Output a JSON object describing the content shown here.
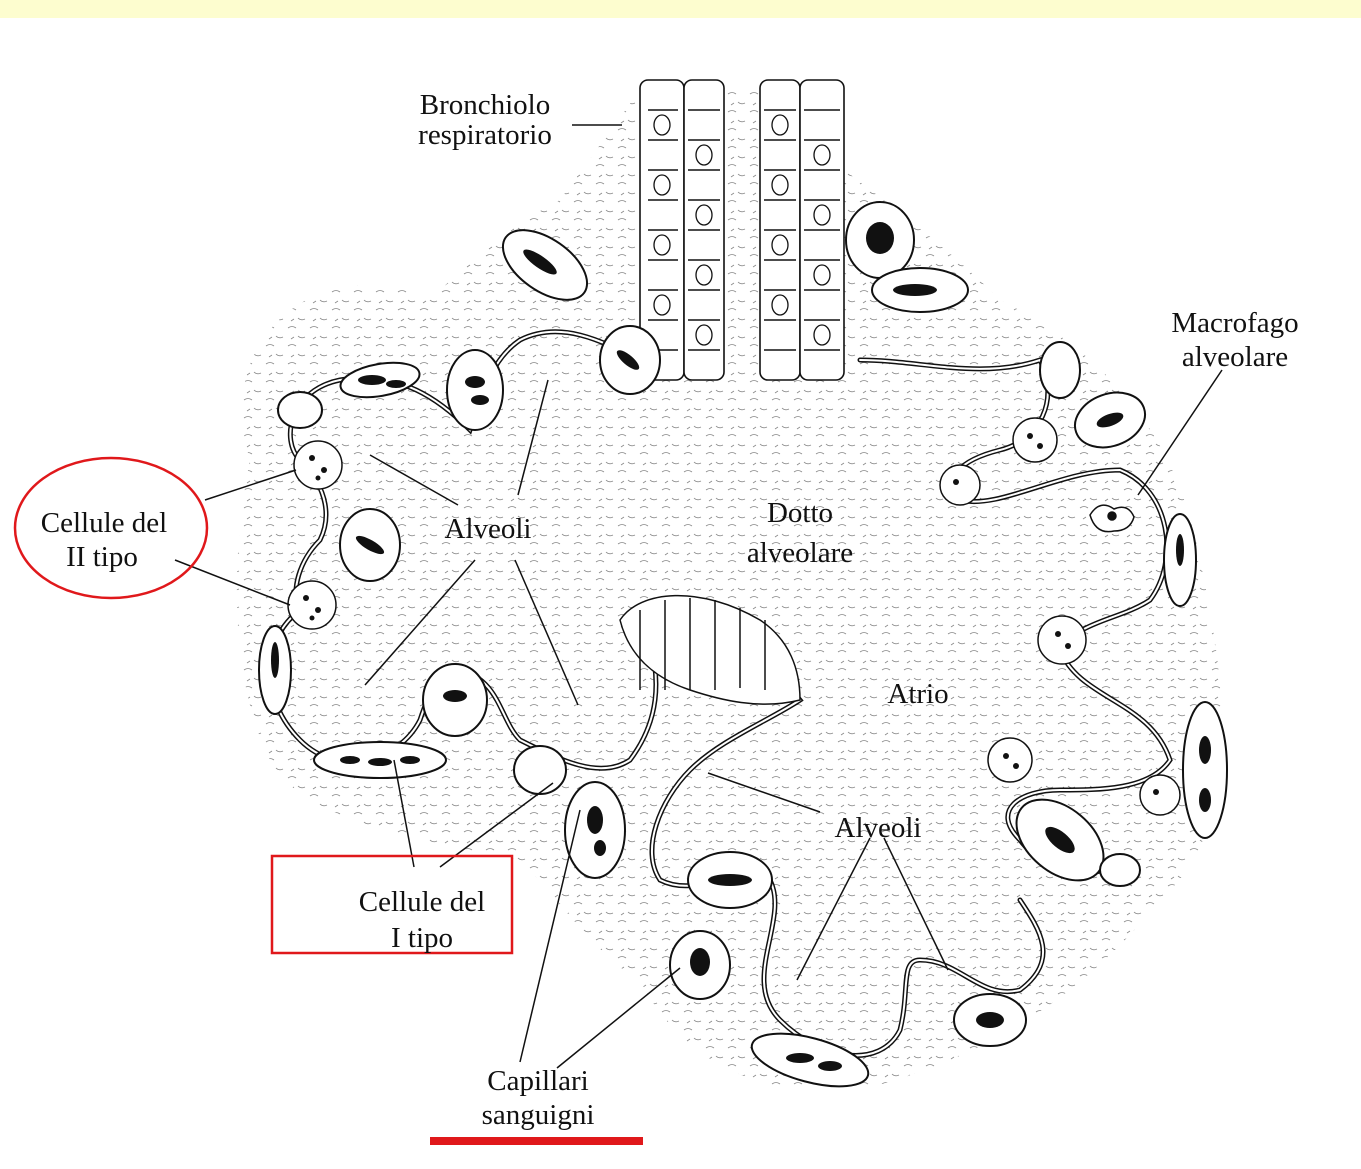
{
  "colors": {
    "top_band": "#fdfdcf",
    "ink": "#111111",
    "highlight": "#e0181b",
    "cell_fill": "#ffffff",
    "nucleus": "#111111"
  },
  "labels": {
    "bronchiolo": [
      "Bronchiolo",
      "respiratorio"
    ],
    "macrofago": [
      "Macrofago",
      "alveolare"
    ],
    "cellule_ii": [
      "Cellule del",
      "II tipo"
    ],
    "alveoli_left": "Alveoli",
    "dotto": [
      "Dotto",
      "alveolare"
    ],
    "atrio": "Atrio",
    "alveoli_right": "Alveoli",
    "cellule_i": [
      "Cellule del",
      "I tipo"
    ],
    "capillari": [
      "Capillari",
      "sanguigni"
    ]
  },
  "highlights": {
    "cellule_ii": "ellipse",
    "cellule_i": "box",
    "capillari": "underline"
  }
}
